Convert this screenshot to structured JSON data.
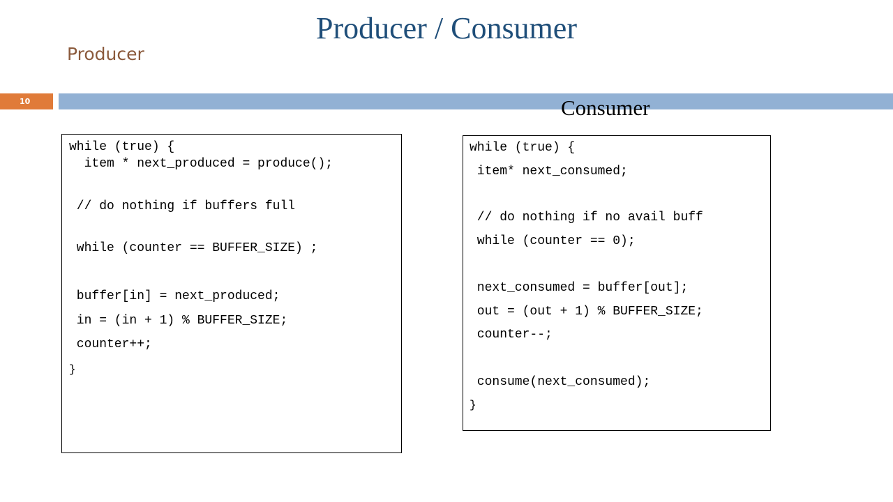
{
  "slide": {
    "title": "Producer / Consumer",
    "producer_label": "Producer",
    "consumer_label": "Consumer",
    "slide_number": "10"
  },
  "producer_code": [
    "while (true) {",
    "  item * next_produced = produce();",
    " // do nothing if buffers full",
    " while (counter == BUFFER_SIZE) ;",
    " buffer[in] = next_produced;",
    " in = (in + 1) % BUFFER_SIZE;",
    " counter++;",
    "}"
  ],
  "consumer_code": [
    "while (true) {",
    " item* next_consumed;",
    " // do nothing if no avail buff",
    " while (counter == 0);",
    " next_consumed = buffer[out];",
    " out = (out + 1) % BUFFER_SIZE;",
    " counter--;",
    " consume(next_consumed);",
    "}"
  ],
  "colors": {
    "title": "#1f4e79",
    "producer_label": "#8b5a3c",
    "slide_number_bg": "#e07b39",
    "header_bar": "#92b1d4"
  }
}
